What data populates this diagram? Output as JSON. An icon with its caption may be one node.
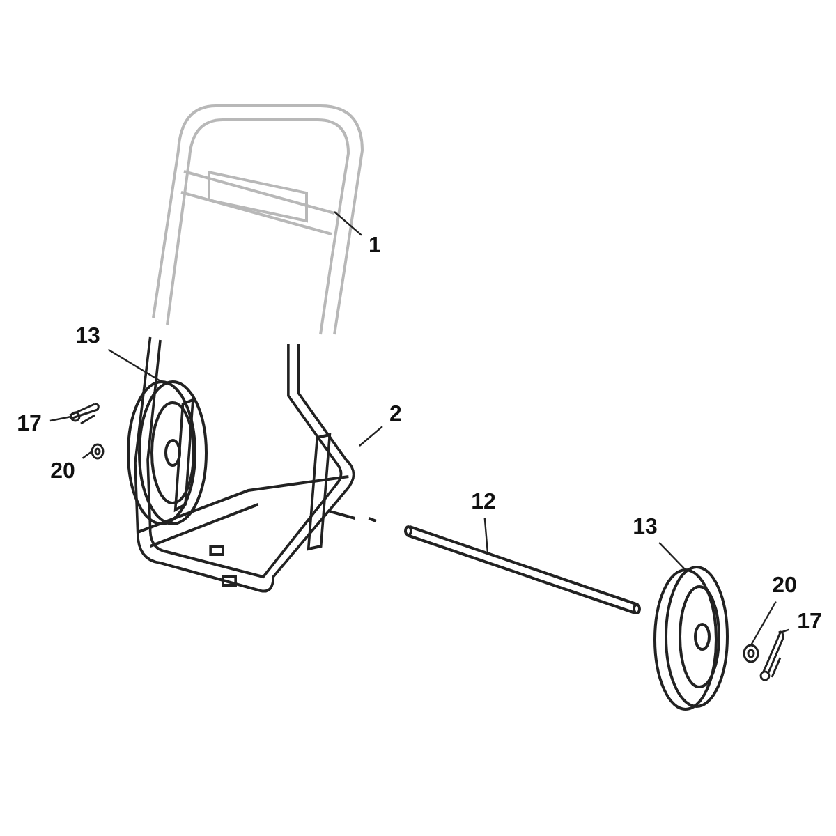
{
  "diagram": {
    "nodes": [
      {
        "text": [
          "1"
        ]
      },
      {
        "text": [
          "13"
        ]
      },
      {
        "text": [
          "2"
        ]
      },
      {
        "text": [
          "17"
        ]
      },
      {
        "text": [
          "20"
        ]
      },
      {
        "text": [
          "12"
        ]
      },
      {
        "text": [
          "13"
        ]
      },
      {
        "text": [
          "20"
        ]
      },
      {
        "text": [
          "17"
        ]
      },
      {
        "text": [],
        "shape": "picture"
      },
      {
        "text": [],
        "shape": "picture"
      },
      {
        "text": [],
        "shape": "picture"
      },
      {
        "text": [],
        "shape": "picture"
      },
      {
        "text": [],
        "shape": "picture"
      },
      {
        "text": [],
        "shape": "picture"
      },
      {
        "text": [],
        "shape": "picture"
      },
      {
        "text": [],
        "shape": "picture"
      },
      {
        "text": [],
        "shape": "picture"
      }
    ],
    "edges": [
      {
        "from": 0,
        "to": 9,
        "arrow": "none"
      },
      {
        "from": 1,
        "to": 11,
        "arrow": "none"
      },
      {
        "from": 2,
        "to": 10,
        "arrow": "none"
      },
      {
        "from": 3,
        "to": 12,
        "arrow": "none"
      },
      {
        "from": 4,
        "to": 13,
        "arrow": "none"
      },
      {
        "from": 5,
        "to": 14,
        "arrow": "none"
      },
      {
        "from": 6,
        "to": 15,
        "arrow": "none"
      },
      {
        "from": 7,
        "to": 16,
        "arrow": "none"
      },
      {
        "from": 8,
        "to": 17,
        "arrow": "none"
      }
    ]
  }
}
